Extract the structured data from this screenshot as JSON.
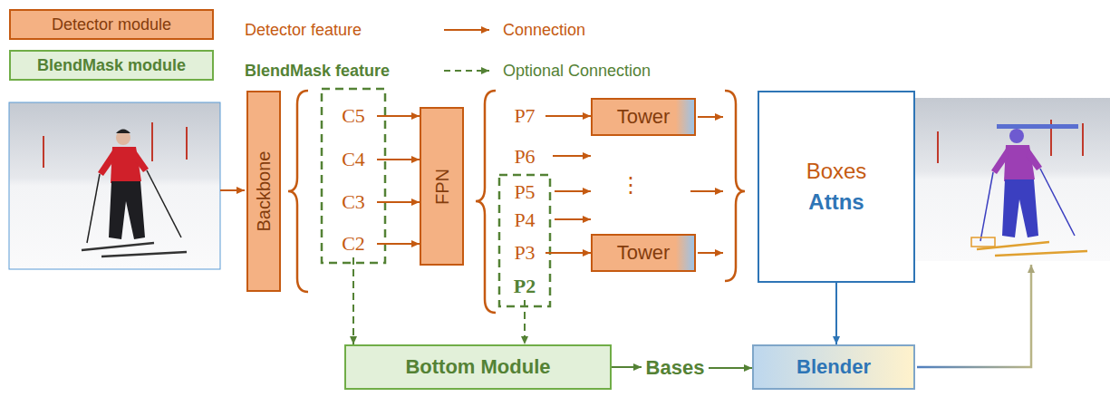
{
  "diagram": {
    "nodes": [
      {
        "text": [
          "Backbone"
        ]
      },
      {
        "text": [
          "C5"
        ]
      },
      {
        "text": [
          "C4"
        ]
      },
      {
        "text": [
          "C3"
        ]
      },
      {
        "text": [
          "C2"
        ]
      },
      {
        "text": [
          "FPN"
        ]
      },
      {
        "text": [
          "P7"
        ]
      },
      {
        "text": [
          "P6"
        ]
      },
      {
        "text": [
          "P5"
        ]
      },
      {
        "text": [
          "P4"
        ]
      },
      {
        "text": [
          "P3"
        ]
      },
      {
        "text": [
          "P2"
        ]
      },
      {
        "text": [
          "Tower"
        ]
      },
      {
        "text": [
          "Tower"
        ]
      },
      {
        "text": [
          "Boxes",
          "Attns"
        ]
      },
      {
        "text": [
          "Bottom Module"
        ]
      },
      {
        "text": [
          "Bases"
        ]
      },
      {
        "text": [
          "Blender"
        ]
      }
    ],
    "edges": [
      {
        "from": 1,
        "to": 5,
        "arrow": "to"
      },
      {
        "from": 2,
        "to": 5,
        "arrow": "to"
      },
      {
        "from": 3,
        "to": 5,
        "arrow": "to"
      },
      {
        "from": 4,
        "to": 5,
        "arrow": "to"
      },
      {
        "from": 6,
        "to": 12,
        "arrow": "to"
      },
      {
        "from": 10,
        "to": 13,
        "arrow": "to"
      },
      {
        "from": 4,
        "to": 15,
        "arrow": "to"
      },
      {
        "from": 11,
        "to": 15,
        "arrow": "to"
      },
      {
        "from": 15,
        "to": 16,
        "arrow": "to"
      },
      {
        "from": 16,
        "to": 17,
        "arrow": "to"
      },
      {
        "from": 14,
        "to": 17,
        "arrow": "to"
      }
    ],
    "labels": [
      "⋮"
    ],
    "legend": [
      {
        "text": "Detector module",
        "color": "#f4b183"
      },
      {
        "text": "BlendMask module",
        "color": "#e2f0d9"
      },
      {
        "text": "Detector feature"
      },
      {
        "text": "BlendMask feature"
      },
      {
        "text": "Connection"
      },
      {
        "text": "Optional Connection"
      }
    ]
  }
}
